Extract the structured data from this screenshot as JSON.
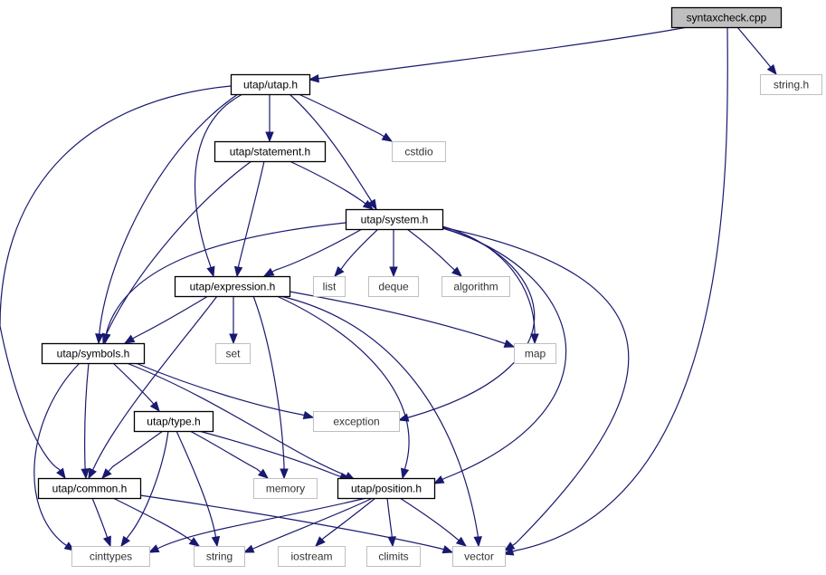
{
  "diagram": {
    "type": "include-dependency-graph",
    "colors": {
      "edge": "#191970",
      "root_fill": "#bfbfbf",
      "project_border": "#000000",
      "external_border": "#bfbfbf",
      "background": "#ffffff"
    },
    "nodes": [
      {
        "id": "syntaxcheck",
        "label": "syntaxcheck.cpp",
        "kind": "root"
      },
      {
        "id": "utap_h",
        "label": "utap/utap.h",
        "kind": "project"
      },
      {
        "id": "string_h",
        "label": "string.h",
        "kind": "external"
      },
      {
        "id": "statement_h",
        "label": "utap/statement.h",
        "kind": "project"
      },
      {
        "id": "cstdio",
        "label": "cstdio",
        "kind": "external"
      },
      {
        "id": "system_h",
        "label": "utap/system.h",
        "kind": "project"
      },
      {
        "id": "expression_h",
        "label": "utap/expression.h",
        "kind": "project"
      },
      {
        "id": "list",
        "label": "list",
        "kind": "external"
      },
      {
        "id": "deque",
        "label": "deque",
        "kind": "external"
      },
      {
        "id": "algorithm",
        "label": "algorithm",
        "kind": "external"
      },
      {
        "id": "symbols_h",
        "label": "utap/symbols.h",
        "kind": "project"
      },
      {
        "id": "set",
        "label": "set",
        "kind": "external"
      },
      {
        "id": "map",
        "label": "map",
        "kind": "external"
      },
      {
        "id": "type_h",
        "label": "utap/type.h",
        "kind": "project"
      },
      {
        "id": "exception",
        "label": "exception",
        "kind": "external"
      },
      {
        "id": "common_h",
        "label": "utap/common.h",
        "kind": "project"
      },
      {
        "id": "memory",
        "label": "memory",
        "kind": "external"
      },
      {
        "id": "position_h",
        "label": "utap/position.h",
        "kind": "project"
      },
      {
        "id": "cinttypes",
        "label": "cinttypes",
        "kind": "external"
      },
      {
        "id": "string",
        "label": "string",
        "kind": "external"
      },
      {
        "id": "iostream",
        "label": "iostream",
        "kind": "external"
      },
      {
        "id": "climits",
        "label": "climits",
        "kind": "external"
      },
      {
        "id": "vector",
        "label": "vector",
        "kind": "external"
      }
    ],
    "edges": [
      {
        "from": "syntaxcheck",
        "to": "utap_h"
      },
      {
        "from": "syntaxcheck",
        "to": "string_h"
      },
      {
        "from": "syntaxcheck",
        "to": "vector"
      },
      {
        "from": "utap_h",
        "to": "statement_h"
      },
      {
        "from": "utap_h",
        "to": "cstdio"
      },
      {
        "from": "utap_h",
        "to": "system_h"
      },
      {
        "from": "utap_h",
        "to": "expression_h"
      },
      {
        "from": "utap_h",
        "to": "symbols_h"
      },
      {
        "from": "utap_h",
        "to": "common_h"
      },
      {
        "from": "statement_h",
        "to": "system_h"
      },
      {
        "from": "statement_h",
        "to": "expression_h"
      },
      {
        "from": "statement_h",
        "to": "symbols_h"
      },
      {
        "from": "system_h",
        "to": "expression_h"
      },
      {
        "from": "system_h",
        "to": "list"
      },
      {
        "from": "system_h",
        "to": "deque"
      },
      {
        "from": "system_h",
        "to": "algorithm"
      },
      {
        "from": "system_h",
        "to": "symbols_h"
      },
      {
        "from": "system_h",
        "to": "map"
      },
      {
        "from": "system_h",
        "to": "exception"
      },
      {
        "from": "system_h",
        "to": "position_h"
      },
      {
        "from": "system_h",
        "to": "vector"
      },
      {
        "from": "expression_h",
        "to": "symbols_h"
      },
      {
        "from": "expression_h",
        "to": "set"
      },
      {
        "from": "expression_h",
        "to": "map"
      },
      {
        "from": "expression_h",
        "to": "common_h"
      },
      {
        "from": "expression_h",
        "to": "memory"
      },
      {
        "from": "expression_h",
        "to": "position_h"
      },
      {
        "from": "expression_h",
        "to": "vector"
      },
      {
        "from": "symbols_h",
        "to": "type_h"
      },
      {
        "from": "symbols_h",
        "to": "exception"
      },
      {
        "from": "symbols_h",
        "to": "common_h"
      },
      {
        "from": "symbols_h",
        "to": "position_h"
      },
      {
        "from": "symbols_h",
        "to": "cinttypes"
      },
      {
        "from": "type_h",
        "to": "common_h"
      },
      {
        "from": "type_h",
        "to": "memory"
      },
      {
        "from": "type_h",
        "to": "position_h"
      },
      {
        "from": "type_h",
        "to": "cinttypes"
      },
      {
        "from": "type_h",
        "to": "string"
      },
      {
        "from": "common_h",
        "to": "cinttypes"
      },
      {
        "from": "common_h",
        "to": "string"
      },
      {
        "from": "common_h",
        "to": "vector"
      },
      {
        "from": "position_h",
        "to": "cinttypes"
      },
      {
        "from": "position_h",
        "to": "string"
      },
      {
        "from": "position_h",
        "to": "iostream"
      },
      {
        "from": "position_h",
        "to": "climits"
      },
      {
        "from": "position_h",
        "to": "vector"
      }
    ]
  }
}
